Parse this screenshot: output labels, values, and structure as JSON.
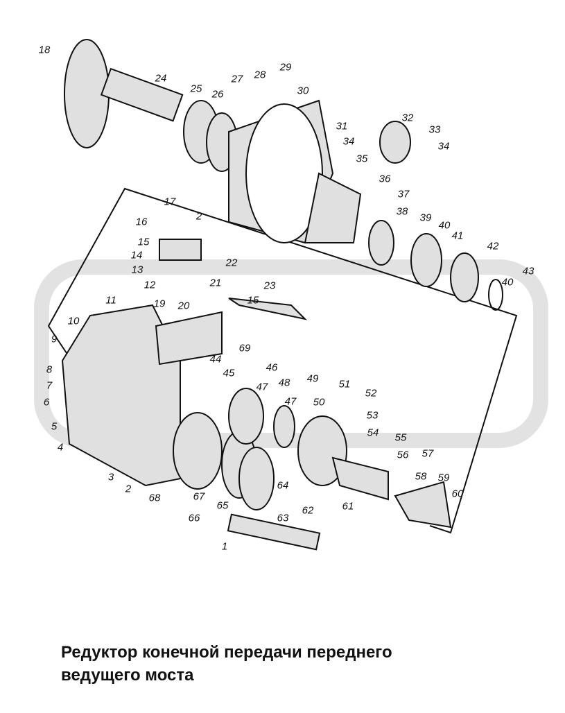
{
  "diagram": {
    "type": "exploded-parts-view",
    "callouts": [
      "18",
      "24",
      "25",
      "26",
      "27",
      "28",
      "29",
      "30",
      "31",
      "32",
      "33",
      "34",
      "34",
      "35",
      "36",
      "37",
      "38",
      "39",
      "40",
      "41",
      "42",
      "40",
      "43",
      "17",
      "2",
      "16",
      "15",
      "14",
      "13",
      "12",
      "22",
      "21",
      "23",
      "15",
      "11",
      "19",
      "20",
      "10",
      "9",
      "69",
      "8",
      "44",
      "45",
      "46",
      "7",
      "47",
      "48",
      "49",
      "51",
      "52",
      "6",
      "47",
      "50",
      "53",
      "5",
      "54",
      "55",
      "4",
      "56",
      "57",
      "3",
      "58",
      "59",
      "2",
      "68",
      "67",
      "64",
      "60",
      "65",
      "62",
      "61",
      "66",
      "63",
      "1"
    ]
  },
  "caption": {
    "line1": "Редуктор конечной передачи переднего",
    "line2": "ведущего моста"
  },
  "colors": {
    "ink": "#111111",
    "watermark": "#e4e4e4",
    "part_fill": "#d9d9d9"
  }
}
